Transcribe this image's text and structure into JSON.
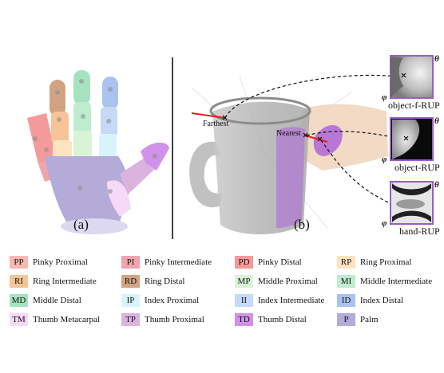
{
  "panels": {
    "a": "(a)",
    "b": "(b)"
  },
  "annotations": {
    "farthest": "Farthest",
    "nearest": "Nearest"
  },
  "rup_maps": [
    {
      "label": "object-f-RUP"
    },
    {
      "label": "object-RUP"
    },
    {
      "label": "hand-RUP"
    }
  ],
  "axis_symbols": {
    "theta": "θ",
    "phi": "φ"
  },
  "legend": [
    {
      "code": "PP",
      "label": "Pinky Proximal",
      "color": "#f6b8b3"
    },
    {
      "code": "PI",
      "label": "Pinky Intermediate",
      "color": "#f0a4ae"
    },
    {
      "code": "PD",
      "label": "Pinky Distal",
      "color": "#f49a9a"
    },
    {
      "code": "RP",
      "label": "Ring Proximal",
      "color": "#fde3c0"
    },
    {
      "code": "RI",
      "label": "Ring Intermediate",
      "color": "#f6c497"
    },
    {
      "code": "RD",
      "label": "Ring Distal",
      "color": "#d2a383"
    },
    {
      "code": "MP",
      "label": "Middle Proximal",
      "color": "#d9f3d5"
    },
    {
      "code": "MI",
      "label": "Middle Intermediate",
      "color": "#bdeccf"
    },
    {
      "code": "MD",
      "label": "Middle Distal",
      "color": "#a6e2c0"
    },
    {
      "code": "IP",
      "label": "Index Proximal",
      "color": "#d8f4fb"
    },
    {
      "code": "II",
      "label": "Index Intermediate",
      "color": "#c6d9f6"
    },
    {
      "code": "ID",
      "label": "Index Distal",
      "color": "#a9c3ee"
    },
    {
      "code": "TM",
      "label": "Thumb Metacarpal",
      "color": "#f6d9f6"
    },
    {
      "code": "TP",
      "label": "Thumb Proximal",
      "color": "#dcb3df"
    },
    {
      "code": "TD",
      "label": "Thumb Distal",
      "color": "#cf92e8"
    },
    {
      "code": "P",
      "label": "Palm",
      "color": "#b4abd8"
    }
  ]
}
